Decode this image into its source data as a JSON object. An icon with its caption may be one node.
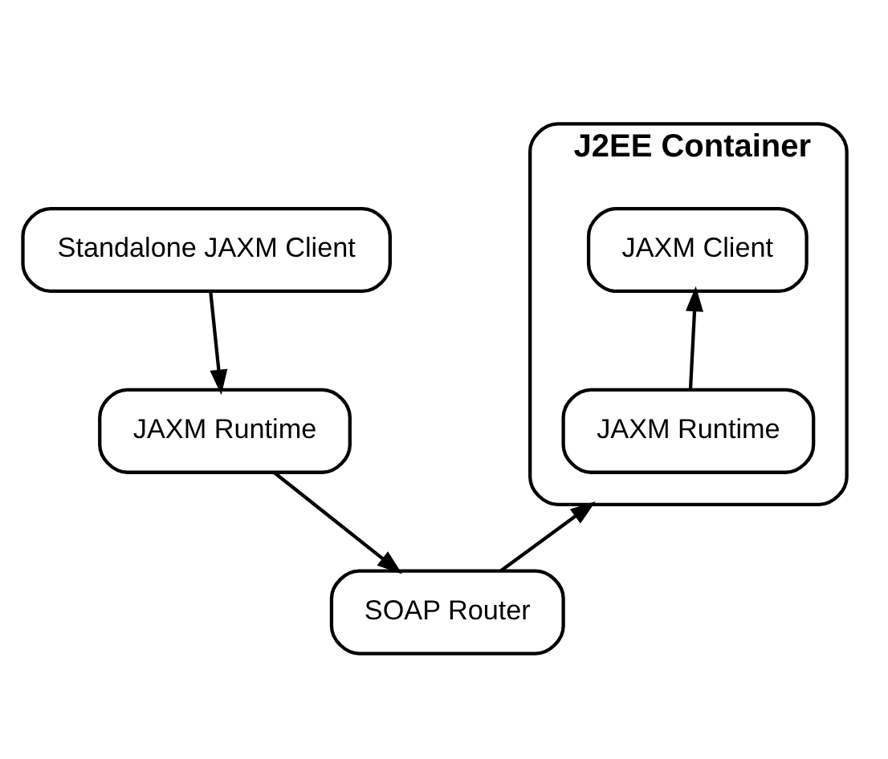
{
  "diagram": {
    "nodes": [
      {
        "text": [
          "Standalone JAXM Client"
        ]
      },
      {
        "text": [
          "JAXM Runtime"
        ]
      },
      {
        "text": [
          "J2EE Container"
        ]
      },
      {
        "text": [
          "JAXM Client"
        ],
        "in": 2
      },
      {
        "text": [
          "JAXM Runtime"
        ],
        "in": 2
      },
      {
        "text": [
          "SOAP Router"
        ]
      }
    ],
    "edges": [
      {
        "from": 0,
        "to": 1,
        "arrow": "to"
      },
      {
        "from": 1,
        "to": 5,
        "arrow": "to"
      },
      {
        "from": 5,
        "to": 2,
        "arrow": "to"
      },
      {
        "from": 4,
        "to": 3,
        "arrow": "to"
      }
    ]
  }
}
